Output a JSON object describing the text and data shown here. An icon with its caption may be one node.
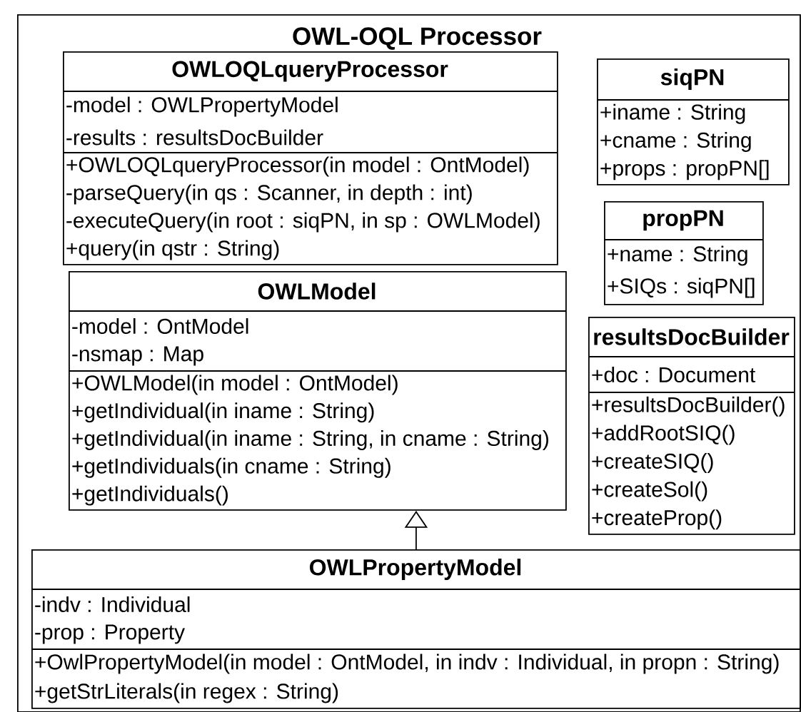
{
  "diagram": {
    "nodes": [
      {
        "text": [
          "OWL-OQL Processor"
        ]
      },
      {
        "text": [
          "OWLOQLqueryProcessor",
          "-model : OWLPropertyModel",
          "-results : resultsDocBuilder",
          "+OWLOQLqueryProcessor(in model : OntModel)",
          "-parseQuery(in qs : Scanner, in depth : int)",
          "-executeQuery(in root : siqPN, in sp : OWLModel)",
          "+query(in qstr : String)"
        ],
        "in": 0
      },
      {
        "text": [
          "OWLModel",
          "-model : OntModel",
          "-nsmap : Map",
          "+OWLModel(in model : OntModel)",
          "+getIndividual(in iname : String)",
          "+getIndividual(in iname : String, in cname : String)",
          "+getIndividuals(in cname : String)",
          "+getIndividuals()"
        ],
        "in": 0
      },
      {
        "text": [
          "siqPN",
          "+iname : String",
          "+cname : String",
          "+props : propPN[]"
        ],
        "in": 0
      },
      {
        "text": [
          "propPN",
          "+name : String",
          "+SIQs : siqPN[]"
        ],
        "in": 0
      },
      {
        "text": [
          "resultsDocBuilder",
          "+doc : Document",
          "+resultsDocBuilder()",
          "+addRootSIQ()",
          "+createSIQ()",
          "+createSol()",
          "+createProp()"
        ],
        "in": 0
      },
      {
        "text": [
          "OWLPropertyModel",
          "-indv : Individual",
          "-prop : Property",
          "+OwlPropertyModel(in model : OntModel, in indv : Individual, in propn : String)",
          "+getStrLiterals(in regex : String)"
        ],
        "in": 0
      }
    ],
    "edges": [
      {
        "from": 6,
        "to": 2,
        "arrow": "to"
      }
    ]
  }
}
